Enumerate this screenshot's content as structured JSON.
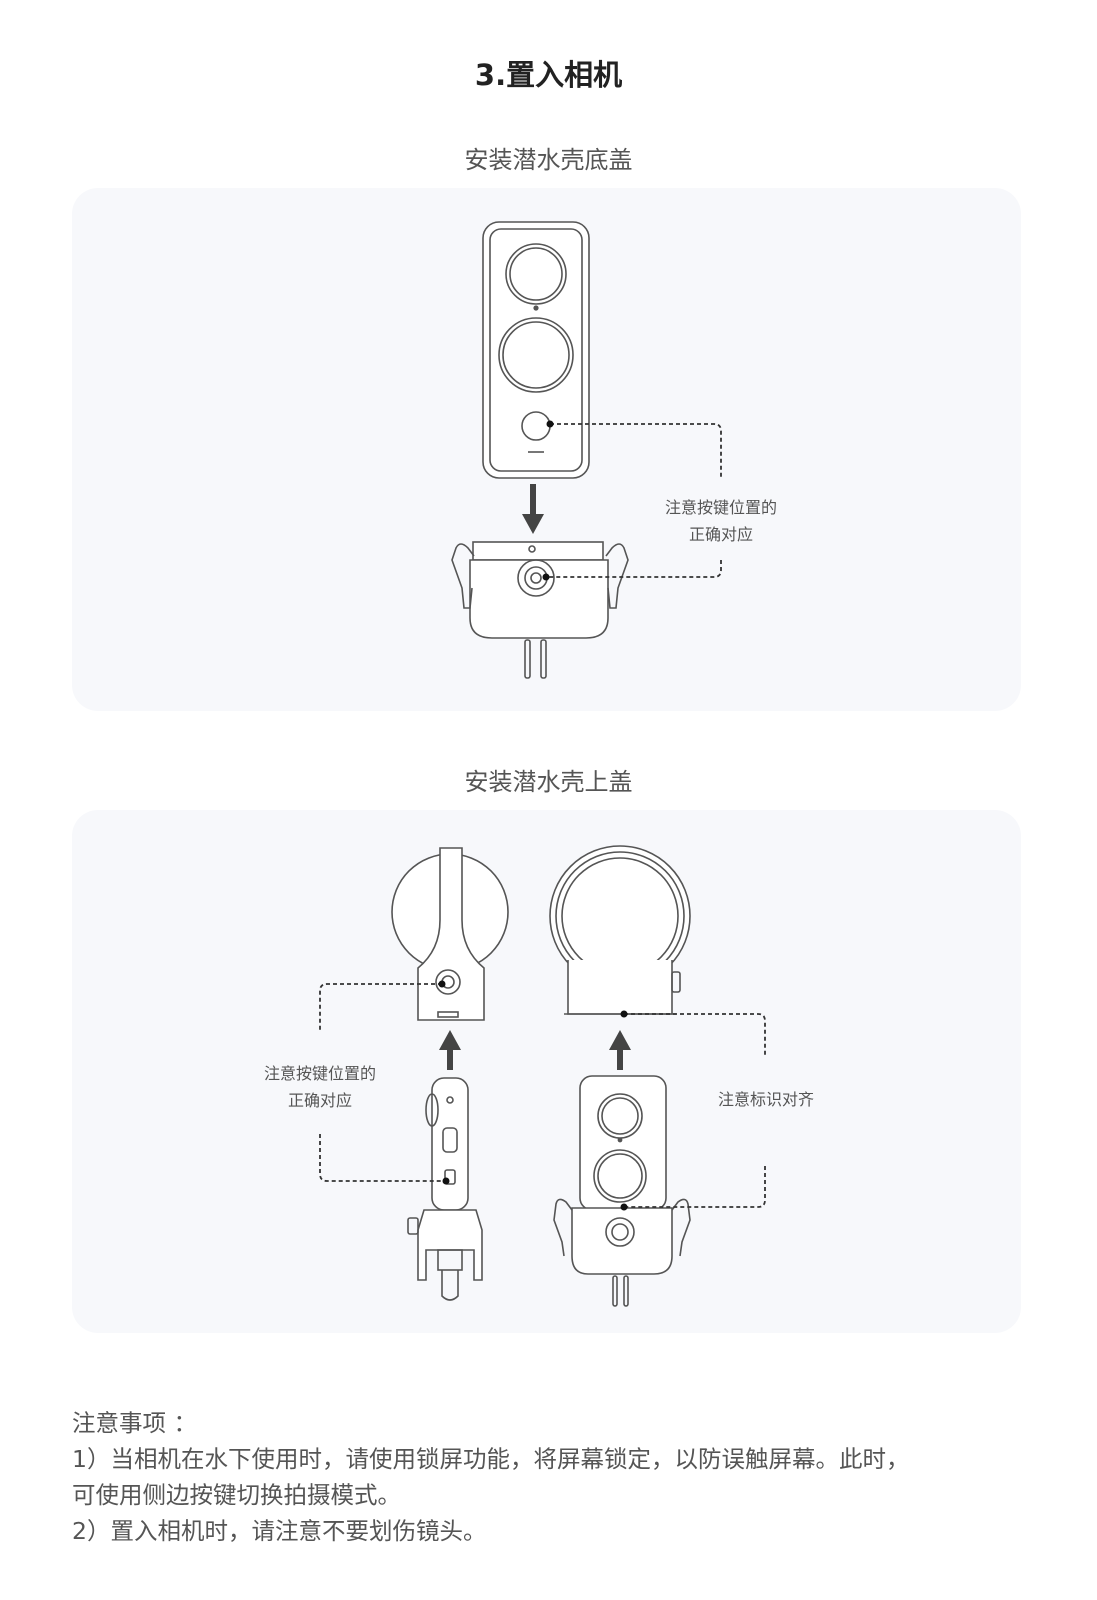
{
  "page": {
    "title": "3.置入相机"
  },
  "section1": {
    "heading": "安装潜水壳底盖",
    "callout_line1": "注意按键位置的",
    "callout_line2": "正确对应"
  },
  "section2": {
    "heading": "安装潜水壳上盖",
    "left_callout_line1": "注意按键位置的",
    "left_callout_line2": "正确对应",
    "right_callout": "注意标识对齐"
  },
  "notes": {
    "heading": "注意事项 ：",
    "line1": "1）当相机在水下使用时，请使用锁屏功能，将屏幕锁定，以防误触屏幕。此时，",
    "line2": "可使用侧边按键切换拍摄模式。",
    "line3": "2）置入相机时，请注意不要划伤镜头。"
  },
  "colors": {
    "panel_bg": "#f7f8fb",
    "line": "#555555",
    "arrow": "#444444",
    "dot": "#111111"
  }
}
